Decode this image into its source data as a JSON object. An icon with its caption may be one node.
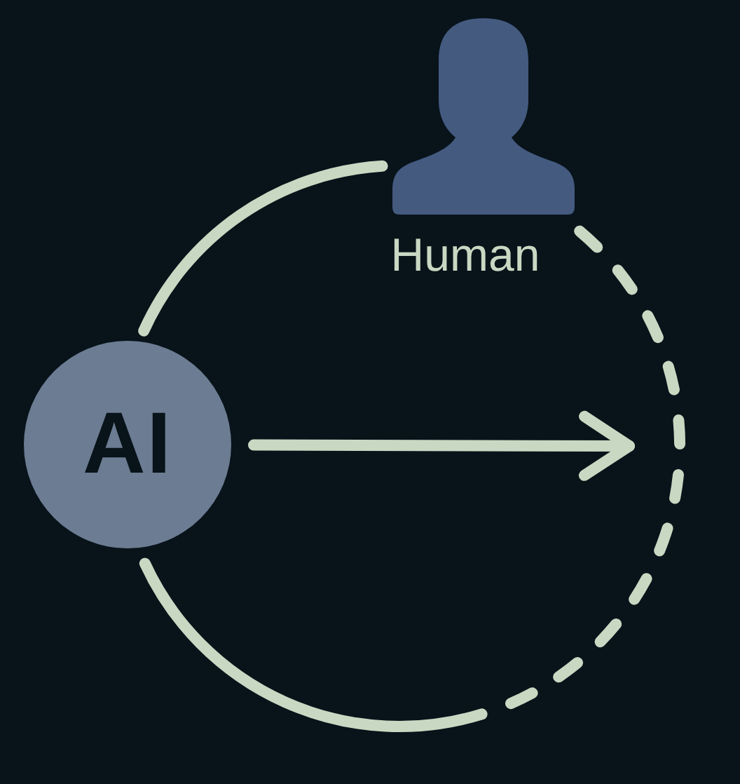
{
  "diagram": {
    "nodes": [
      {
        "text": [
          "AI"
        ]
      },
      {
        "text": [],
        "shape": "person",
        "beside": [
          "Human"
        ]
      }
    ],
    "edges": [
      {
        "from": 0,
        "to": 1,
        "arrow": "none"
      },
      {
        "from": 1,
        "to": 0,
        "arrow": "none",
        "style": "dashed"
      },
      {
        "from": 0,
        "to": null,
        "arrow": "to"
      }
    ]
  }
}
